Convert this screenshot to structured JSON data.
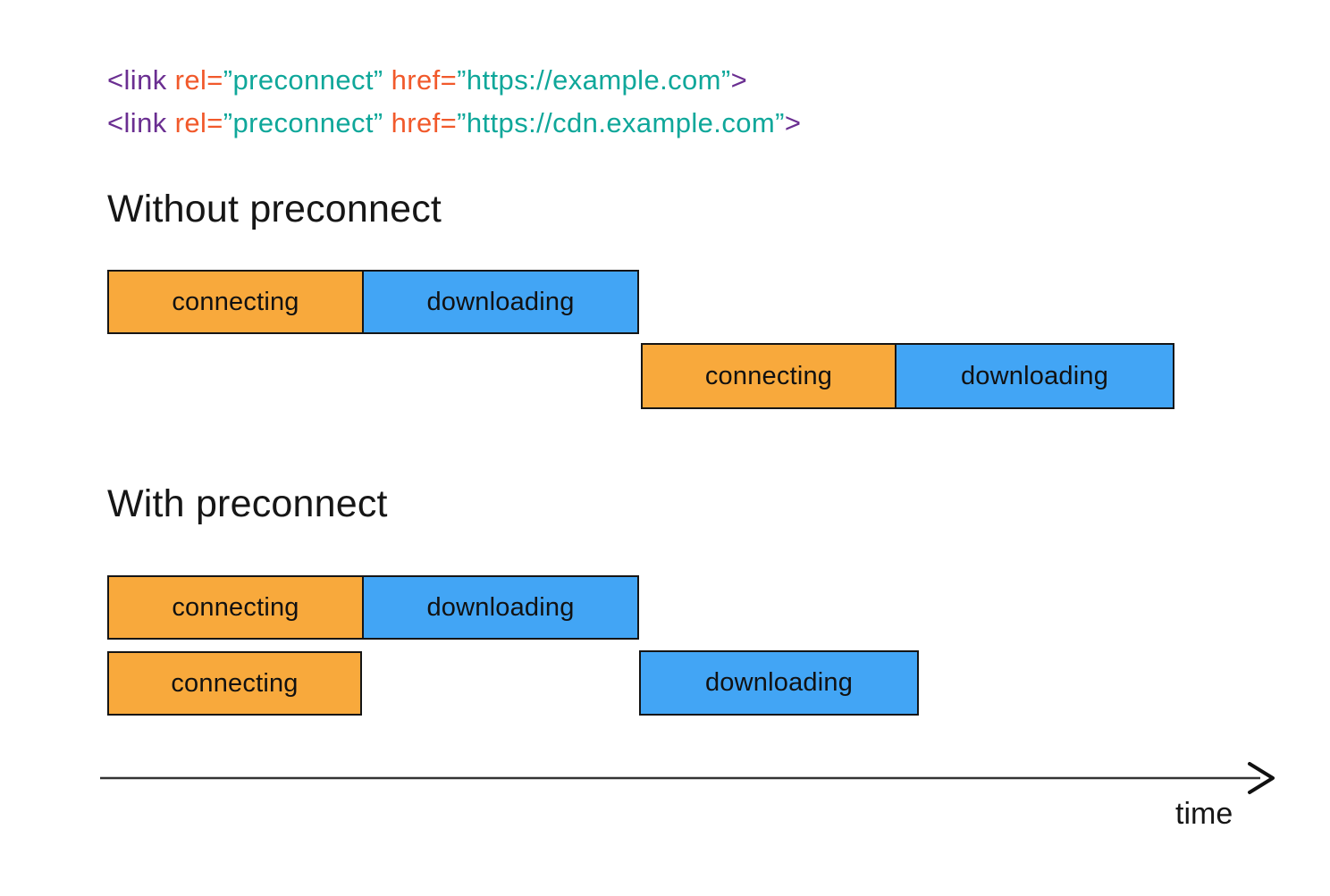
{
  "code_lines": [
    {
      "tag_open": "<link ",
      "rel_attr": "rel=",
      "rel_value": "”preconnect” ",
      "href_attr": "href=",
      "href_value": "”https://example.com”",
      "tag_close": ">"
    },
    {
      "tag_open": "<link ",
      "rel_attr": "rel=",
      "rel_value": "”preconnect” ",
      "href_attr": "href=",
      "href_value": "”https://cdn.example.com”",
      "tag_close": ">"
    }
  ],
  "sections": [
    {
      "title": "Without preconnect",
      "rows": [
        {
          "segments": [
            {
              "label": "connecting"
            },
            {
              "label": "downloading"
            }
          ]
        },
        {
          "segments": [
            {
              "label": "connecting"
            },
            {
              "label": "downloading"
            }
          ]
        }
      ]
    },
    {
      "title": "With preconnect",
      "rows": [
        {
          "segments": [
            {
              "label": "connecting"
            },
            {
              "label": "downloading"
            }
          ]
        },
        {
          "segments": [
            {
              "label": "connecting"
            },
            {
              "label": "downloading"
            }
          ]
        }
      ]
    }
  ],
  "axis": {
    "label": "time"
  },
  "colors": {
    "connecting_fill": "#F8A93C",
    "downloading_fill": "#42A5F5",
    "bar_border": "#151515",
    "code_tag": "#6A2E91",
    "code_attr": "#F1592B",
    "code_string": "#0FA79A",
    "axis_line": "#333333",
    "text": "#161616",
    "background": "#FFFFFF"
  }
}
